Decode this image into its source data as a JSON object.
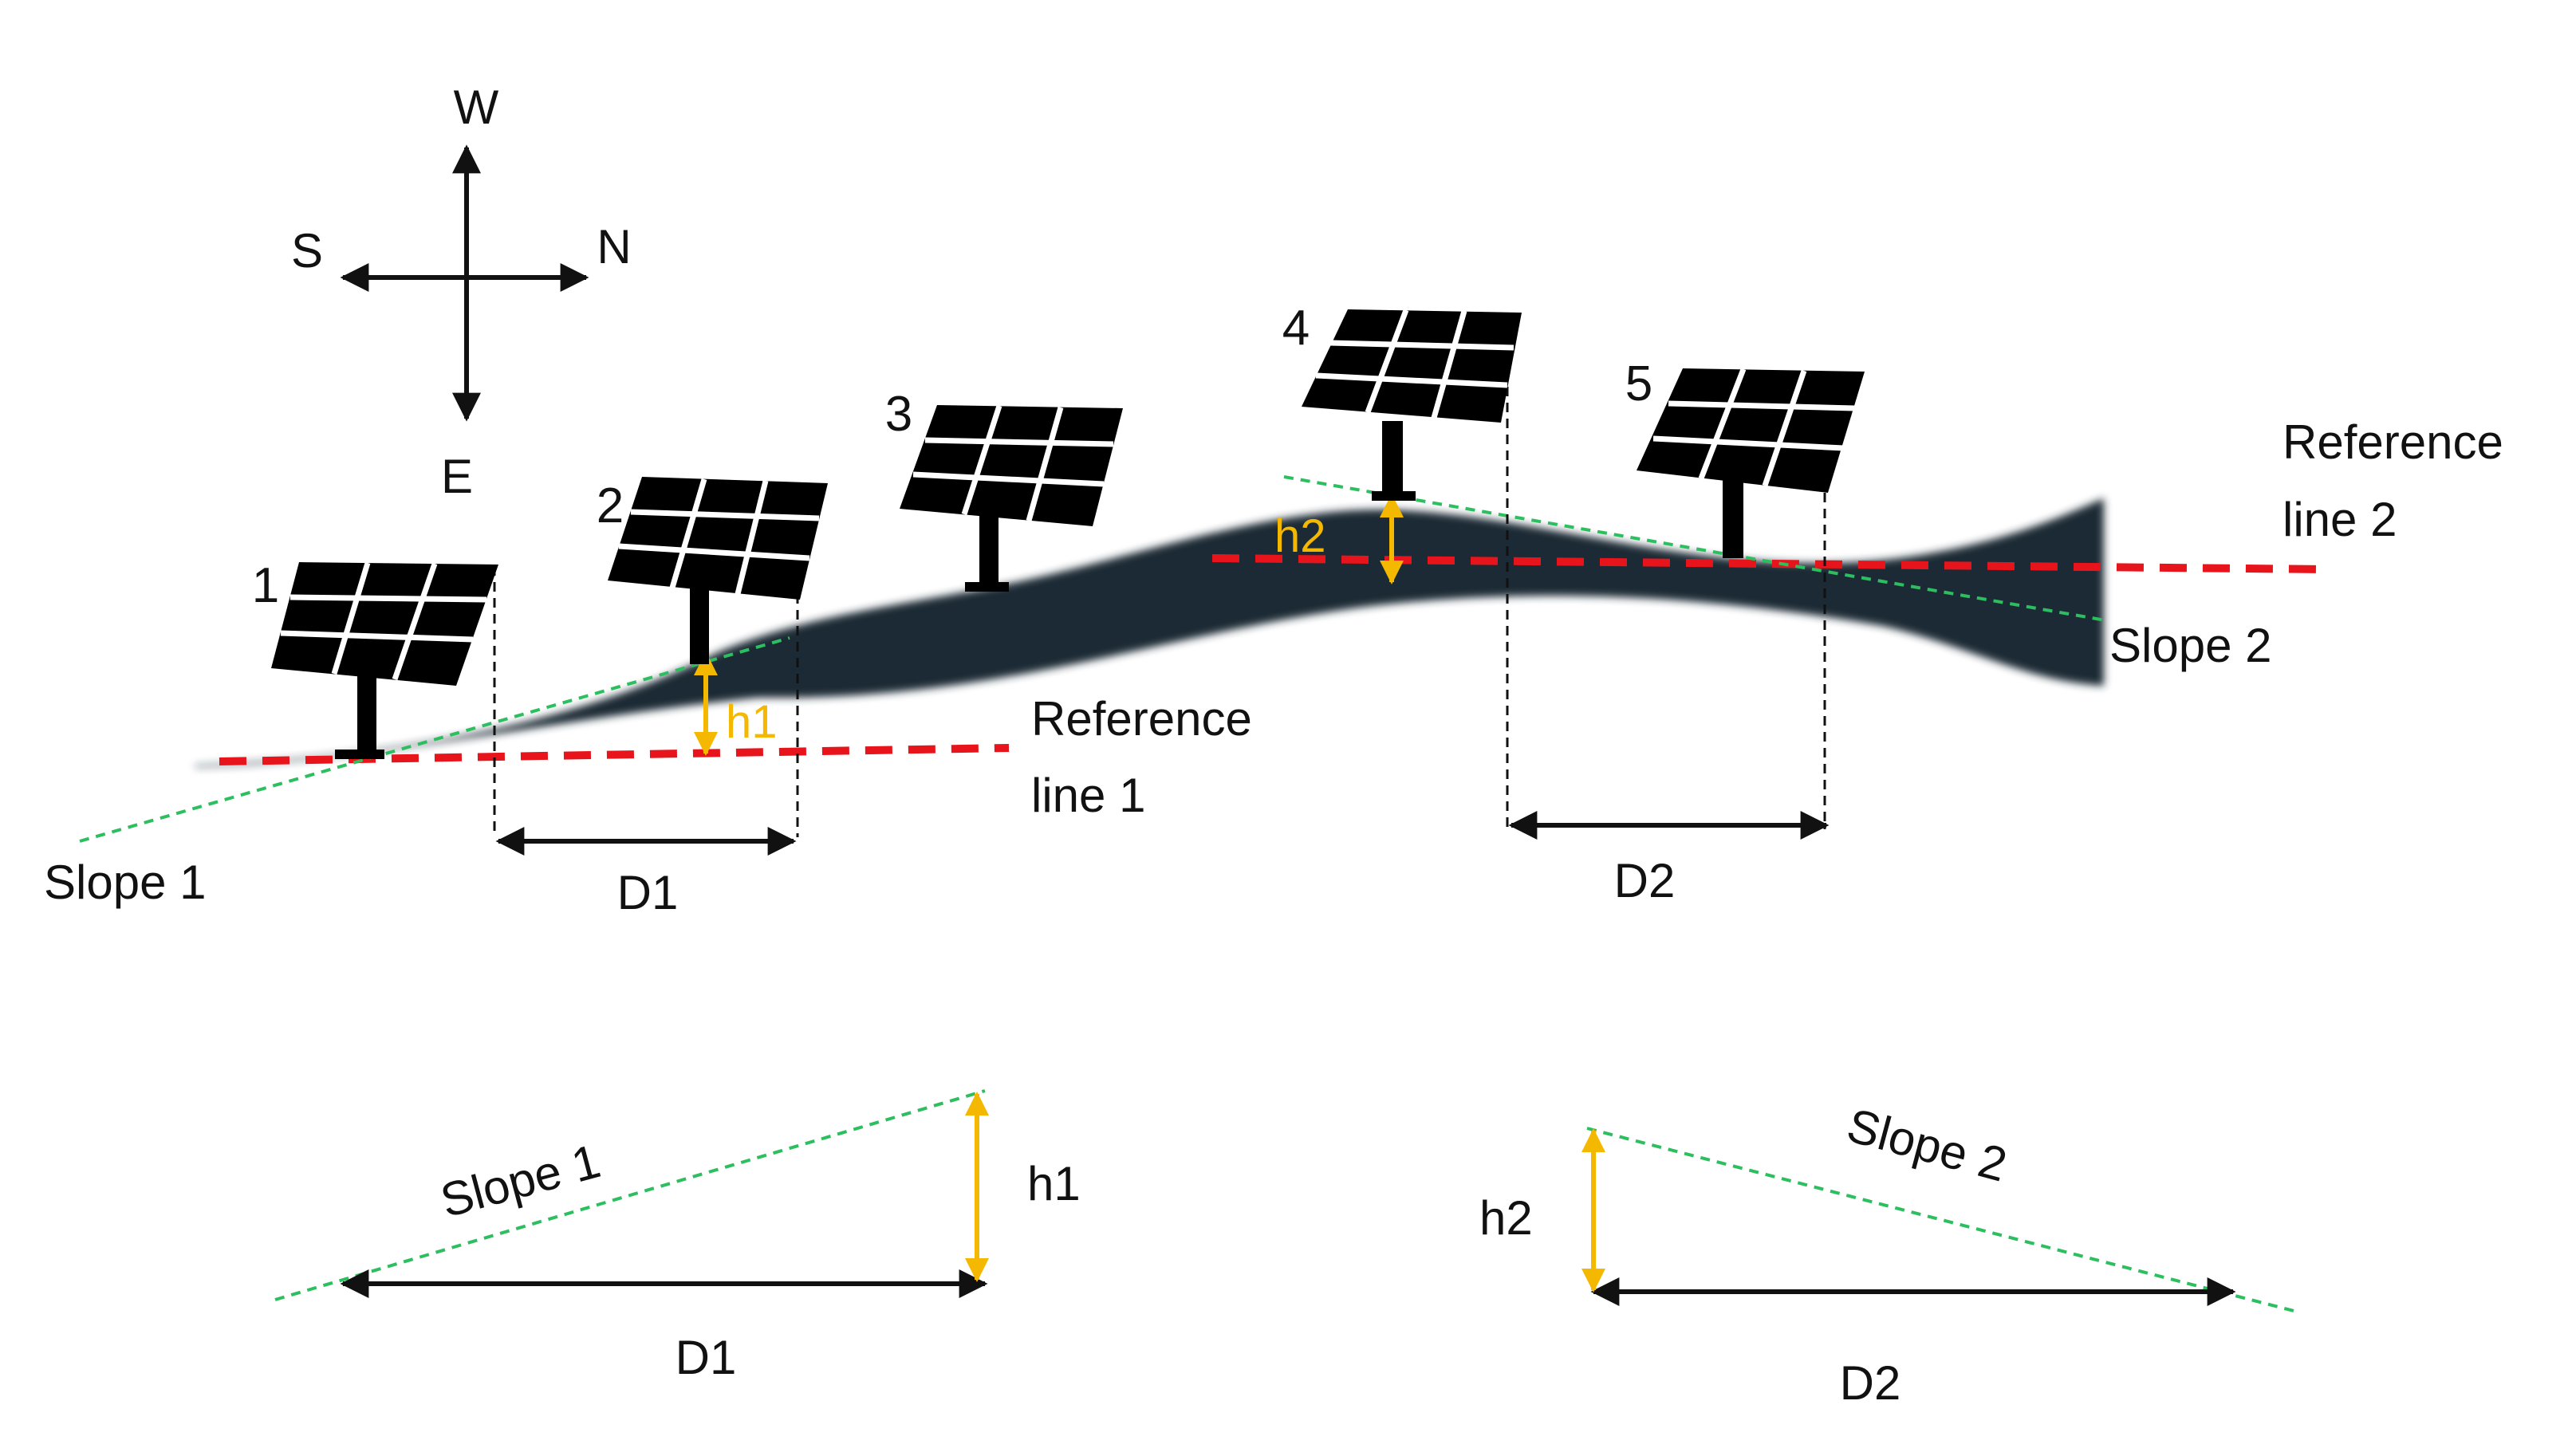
{
  "compass": {
    "west": "W",
    "south": "S",
    "north": "N",
    "east": "E"
  },
  "panels": [
    {
      "number": "1"
    },
    {
      "number": "2"
    },
    {
      "number": "3"
    },
    {
      "number": "4"
    },
    {
      "number": "5"
    }
  ],
  "labels": {
    "ref1_line1": "Reference",
    "ref1_line2": "line 1",
    "ref2_line1": "Reference",
    "ref2_line2": "line 2",
    "slope1": "Slope 1",
    "slope2": "Slope 2",
    "h1": "h1",
    "h2": "h2",
    "d1": "D1",
    "d2": "D2"
  },
  "triangles": {
    "left": {
      "slope": "Slope 1",
      "height": "h1",
      "distance": "D1"
    },
    "right": {
      "slope": "Slope 2",
      "height": "h2",
      "distance": "D2"
    }
  },
  "colors": {
    "terrain": "#1F2A35",
    "reference_line": "#E8141B",
    "slope_line": "#2DBE60",
    "height_arrow": "#F5B800",
    "dimension": "#111111"
  }
}
